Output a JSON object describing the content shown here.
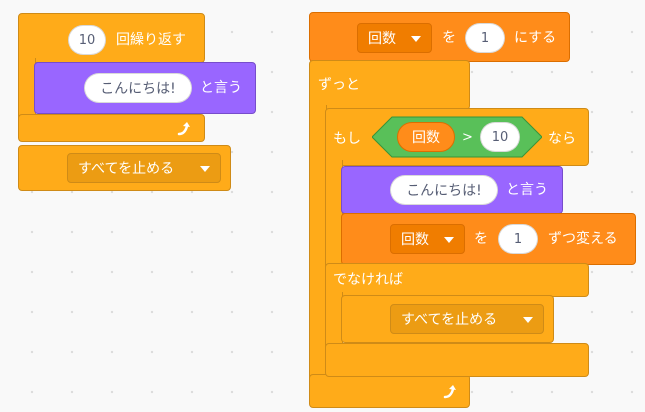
{
  "left_script": {
    "repeat": {
      "count": "10",
      "label": "回繰り返す"
    },
    "say": {
      "message": "こんにちは!",
      "label": "と言う"
    },
    "stop": {
      "option": "すべてを止める"
    }
  },
  "right_script": {
    "set_var": {
      "variable": "回数",
      "label_mid": "を",
      "value": "1",
      "label_end": "にする"
    },
    "forever": {
      "label": "ずっと"
    },
    "if_else": {
      "if_label": "もし",
      "then_label": "なら",
      "else_label": "でなければ",
      "condition": {
        "left_var": "回数",
        "operator": ">",
        "right_value": "10"
      }
    },
    "say": {
      "message": "こんにちは!",
      "label": "と言う"
    },
    "change_var": {
      "variable": "回数",
      "label_mid": "を",
      "value": "1",
      "label_end": "ずつ変える"
    },
    "stop": {
      "option": "すべてを止める"
    }
  },
  "colors": {
    "control": "#ffab19",
    "looks": "#9966ff",
    "variables": "#ff8c1a",
    "operators": "#59c059"
  }
}
